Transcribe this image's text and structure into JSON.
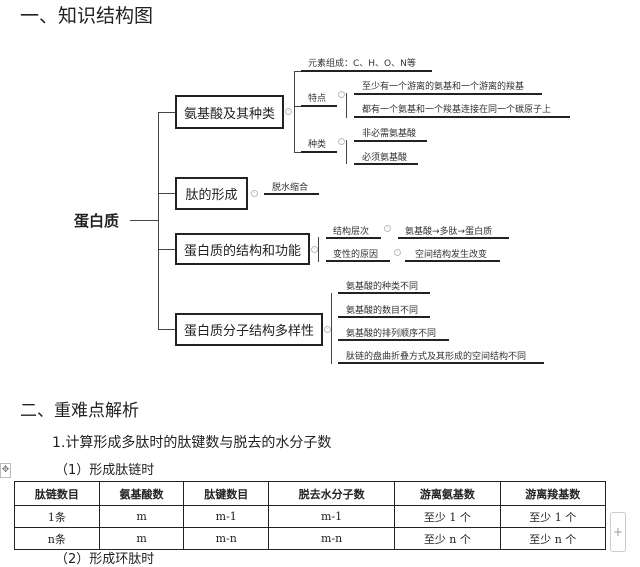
{
  "section1": {
    "title": "一、知识结构图"
  },
  "mindmap": {
    "root": "蛋白质",
    "branch1": {
      "label": "氨基酸及其种类",
      "elements": "元素组成：C、H、O、N等",
      "feature": "特点",
      "feature_items": [
        "至少有一个游离的氨基和一个游离的羧基",
        "都有一个氨基和一个羧基连接在同一个碳原子上"
      ],
      "kind": "种类",
      "kind_items": [
        "非必需氨基酸",
        "必须氨基酸"
      ]
    },
    "branch2": {
      "label": "肽的形成",
      "item": "脱水缩合"
    },
    "branch3": {
      "label": "蛋白质的结构和功能",
      "level": "结构层次",
      "level_value": "氨基酸→多肽→蛋白质",
      "denature": "变性的原因",
      "denature_value": "空间结构发生改变"
    },
    "branch4": {
      "label": "蛋白质分子结构多样性",
      "items": [
        "氨基酸的种类不同",
        "氨基酸的数目不同",
        "氨基酸的排列顺序不同",
        "肽链的盘曲折叠方式及其形成的空间结构不同"
      ]
    }
  },
  "section2": {
    "title": "二、重难点解析",
    "sub1": "1.计算形成多肽时的肽键数与脱去的水分子数",
    "sub1a": "（1）形成肽链时",
    "next": "（2）形成环肽时"
  },
  "table": {
    "headers": [
      "肽链数目",
      "氨基酸数",
      "肽键数目",
      "脱去水分子数",
      "游离氨基数",
      "游离羧基数"
    ],
    "rows": [
      [
        "1条",
        "m",
        "m-1",
        "m-1",
        "至少 1 个",
        "至少 1 个"
      ],
      [
        "n条",
        "m",
        "m-n",
        "m-n",
        "至少 n 个",
        "至少 n 个"
      ]
    ]
  },
  "controls": {
    "add": "+",
    "move": "✥"
  }
}
